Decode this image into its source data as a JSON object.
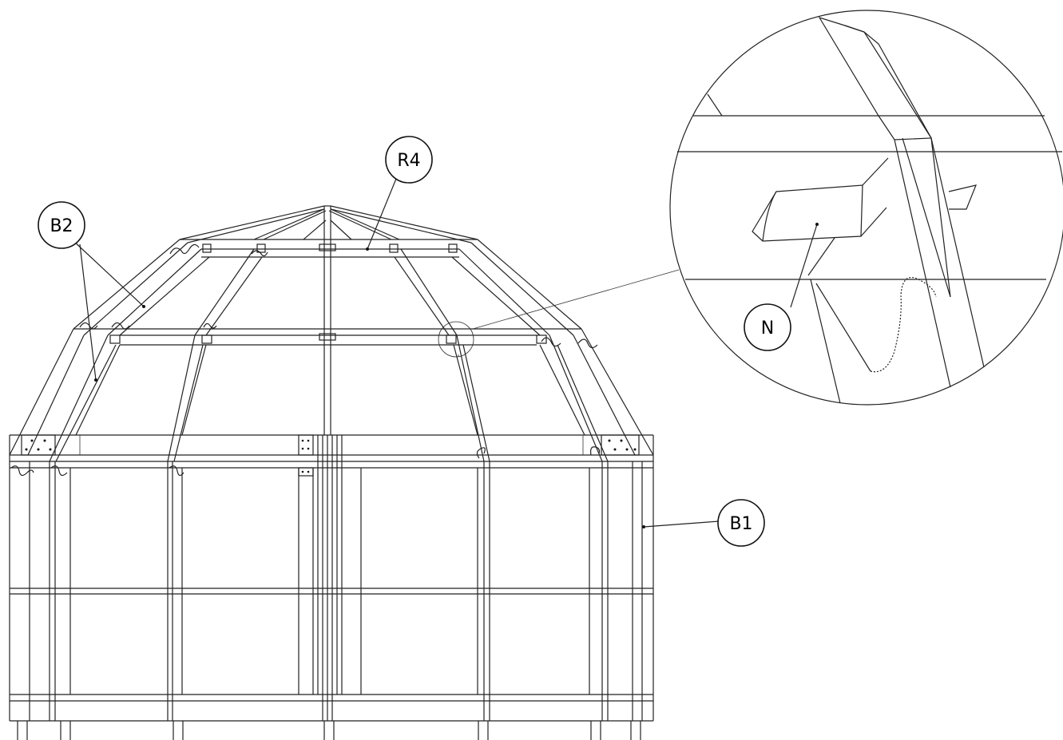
{
  "callouts": {
    "b2": "B2",
    "r4": "R4",
    "n": "N",
    "b1": "B1"
  }
}
